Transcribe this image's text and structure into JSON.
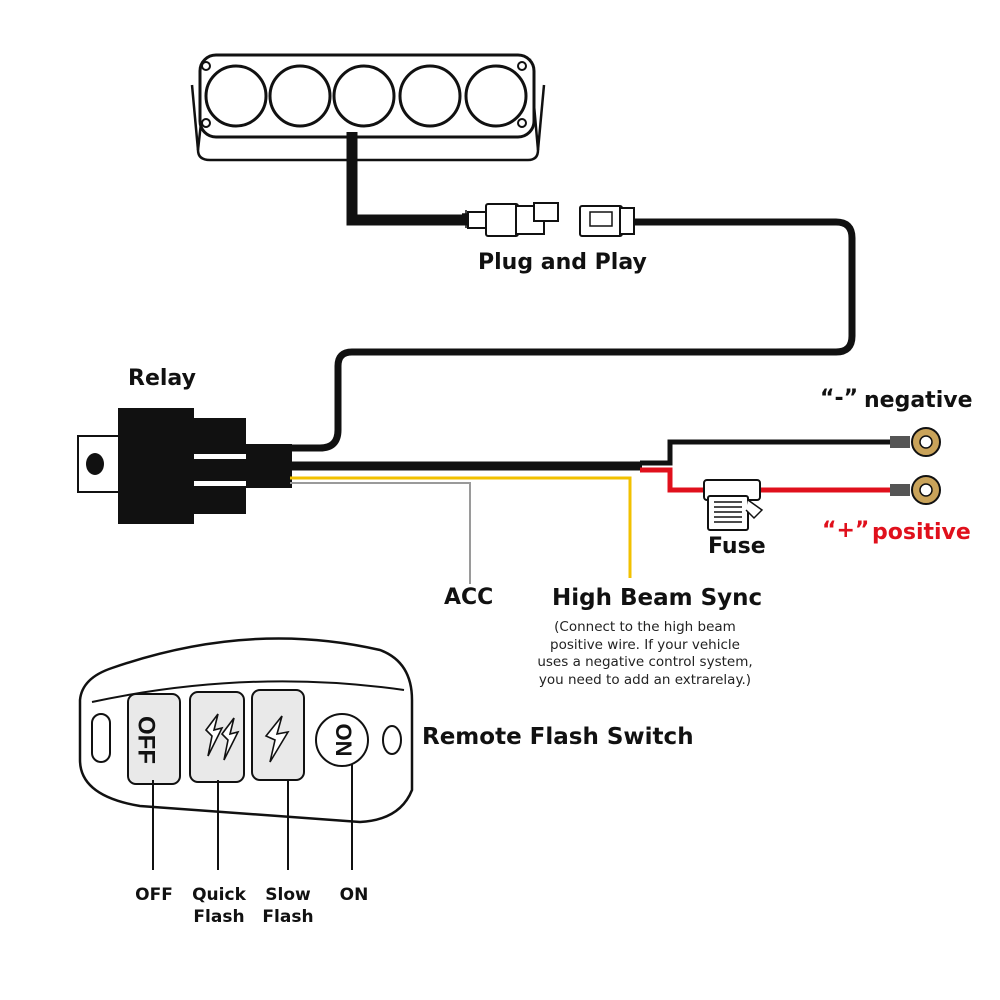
{
  "labels": {
    "plug": "Plug and Play",
    "relay": "Relay",
    "negative_sign": "“-”",
    "negative": "negative",
    "positive_sign": "“+”",
    "positive": "positive",
    "fuse": "Fuse",
    "acc": "ACC",
    "high_beam": "High Beam Sync",
    "high_beam_note": [
      "(Connect to the high beam",
      "positive wire. If your vehicle",
      "uses a negative control system,",
      "you need to add an extrarelay.)"
    ],
    "remote": "Remote Flash Switch"
  },
  "remote_buttons": {
    "off": "OFF",
    "on": "ON"
  },
  "switch_labels": {
    "off": "OFF",
    "quick": [
      "Quick",
      "Flash"
    ],
    "slow": [
      "Slow",
      "Flash"
    ],
    "on": "ON"
  },
  "colors": {
    "wire_black": "#111111",
    "wire_red": "#e0101c",
    "wire_yellow": "#f2c100",
    "wire_gray": "#9a9a9a",
    "terminal": "#c9a35a"
  }
}
